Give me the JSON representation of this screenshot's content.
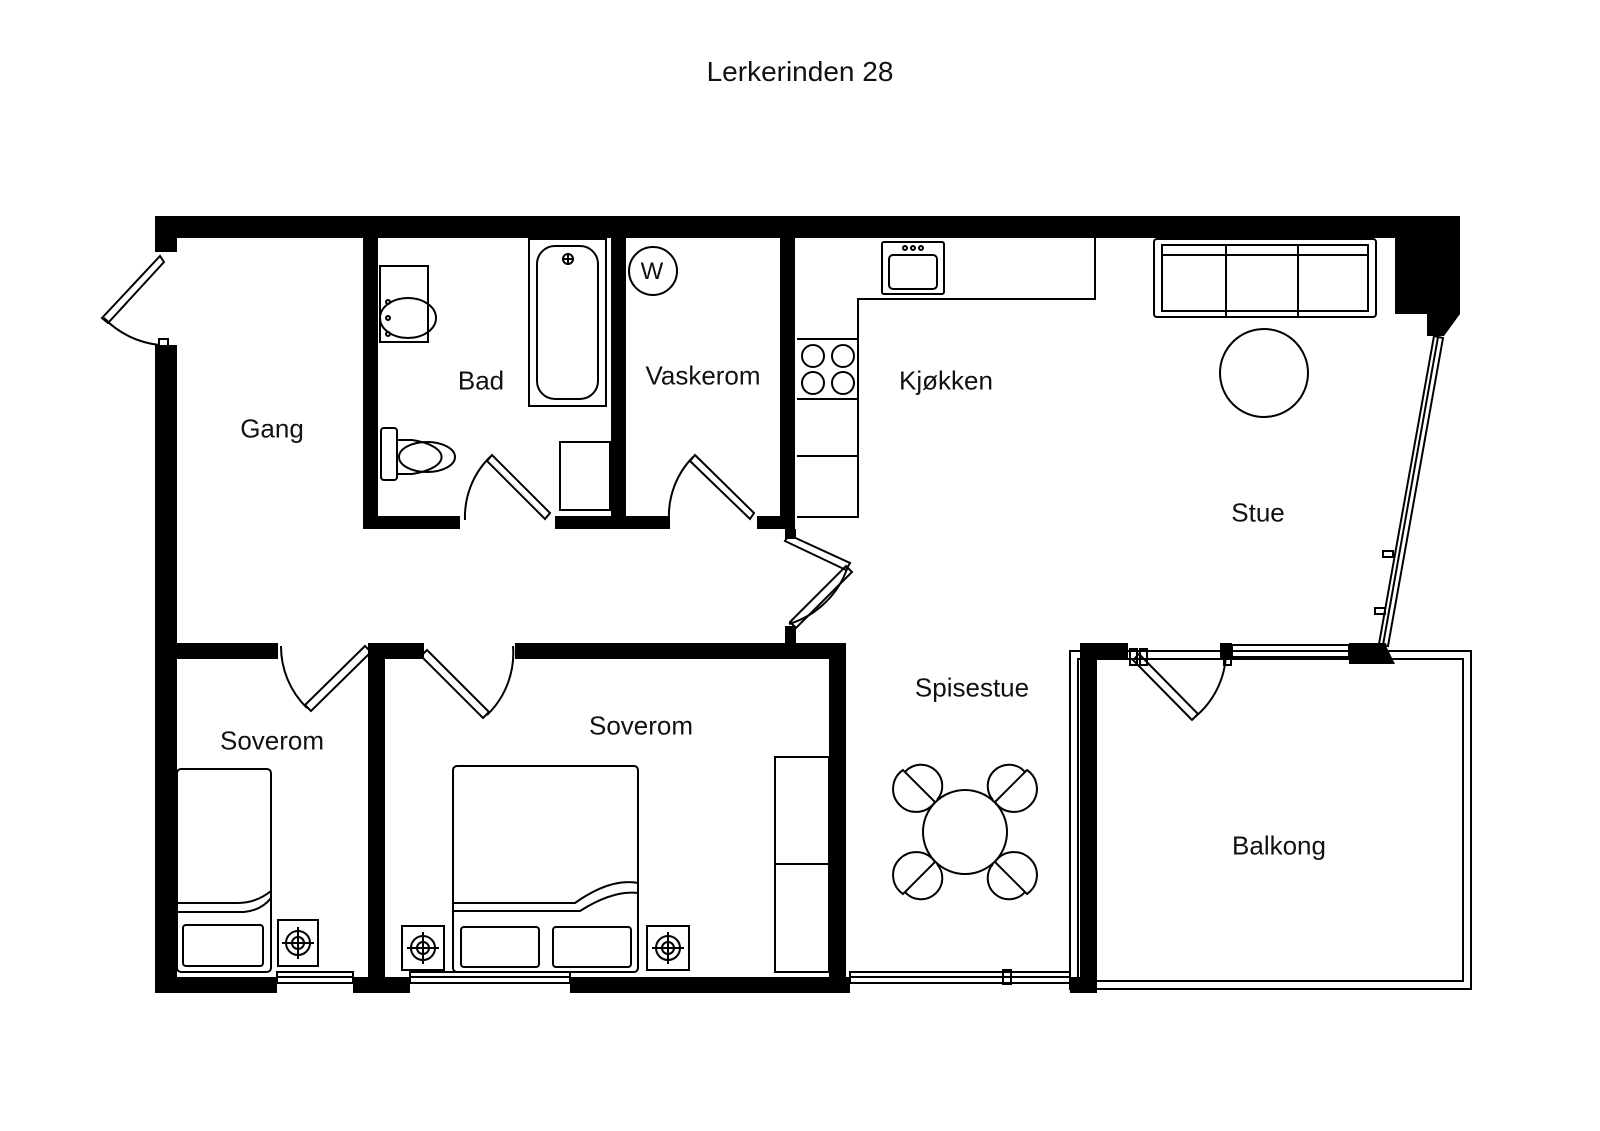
{
  "title": "Lerkerinden 28",
  "rooms": {
    "gang": "Gang",
    "bad": "Bad",
    "vaskerom": "Vaskerom",
    "kjokken": "Kjøkken",
    "stue": "Stue",
    "spisestue": "Spisestue",
    "soverom_small": "Soverom",
    "soverom_large": "Soverom",
    "balkong": "Balkong"
  },
  "fixtures": {
    "washer_letter": "W"
  },
  "colors": {
    "wall": "#000000",
    "line": "#000000",
    "background": "#ffffff"
  }
}
